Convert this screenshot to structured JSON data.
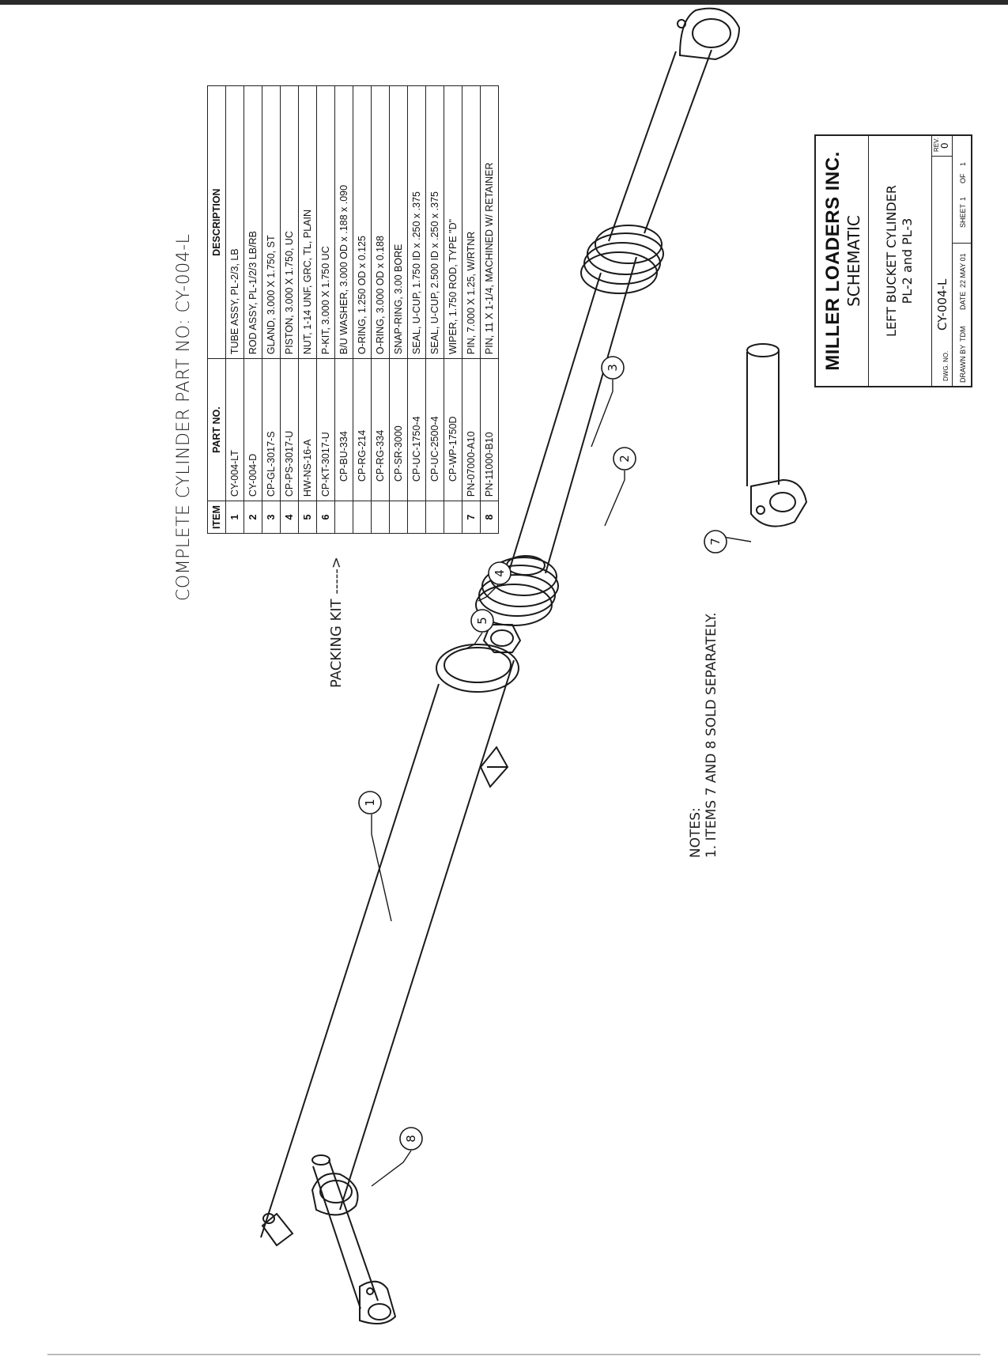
{
  "title": "COMPLETE CYLINDER PART NO: CY-004-L",
  "bom": {
    "headers": {
      "item": "ITEM",
      "part": "PART NO.",
      "desc": "DESCRIPTION"
    },
    "rows": [
      {
        "item": "1",
        "part": "CY-004-LT",
        "desc": "TUBE ASSY, PL-2/3, LB",
        "sub": false
      },
      {
        "item": "2",
        "part": "CY-004-D",
        "desc": "ROD ASSY, PL-1/2/3 LB/RB",
        "sub": false
      },
      {
        "item": "3",
        "part": "CP-GL-3017-S",
        "desc": "GLAND, 3.000 X 1.750, ST",
        "sub": false
      },
      {
        "item": "4",
        "part": "CP-PS-3017-U",
        "desc": "PISTON, 3.000 X 1.750, UC",
        "sub": false
      },
      {
        "item": "5",
        "part": "HW-NS-16-A",
        "desc": "NUT, 1-14 UNF, GRC, TL, PLAIN",
        "sub": false
      },
      {
        "item": "6",
        "part": "CP-KT-3017-U",
        "desc": "P-KIT, 3.000 X 1.750 UC",
        "sub": false
      },
      {
        "item": "",
        "part": "CP-BU-334",
        "desc": "B/U WASHER, 3.000 OD x .188 x .090",
        "sub": true
      },
      {
        "item": "",
        "part": "CP-RG-214",
        "desc": "O-RING, 1.250 OD x 0.125",
        "sub": true
      },
      {
        "item": "",
        "part": "CP-RG-334",
        "desc": "O-RING, 3.000 OD x 0.188",
        "sub": true
      },
      {
        "item": "",
        "part": "CP-SR-3000",
        "desc": "SNAP-RING, 3.00 BORE",
        "sub": true
      },
      {
        "item": "",
        "part": "CP-UC-1750-4",
        "desc": "SEAL, U-CUP, 1.750 ID x .250 x .375",
        "sub": true
      },
      {
        "item": "",
        "part": "CP-UC-2500-4",
        "desc": "SEAL, U-CUP, 2.500 ID x .250 x .375",
        "sub": true
      },
      {
        "item": "",
        "part": "CP-WP-1750D",
        "desc": "WIPER, 1.750 ROD, TYPE \"D\"",
        "sub": true
      },
      {
        "item": "7",
        "part": "PN-07000-A10",
        "desc": "PIN, 7.000 X 1.25, W/RTNR",
        "sub": false
      },
      {
        "item": "8",
        "part": "PN-11000-B10",
        "desc": "PIN, 11 X 1-1/4, MACHINED W/ RETAINER",
        "sub": false
      }
    ]
  },
  "packing_kit": "PACKING KIT ----->",
  "notes": {
    "heading": "NOTES:",
    "line1": "1.  ITEMS 7 AND 8 SOLD SEPARATELY."
  },
  "title_block": {
    "company": "MILLER LOADERS INC.",
    "subtitle": "SCHEMATIC",
    "drawing_title1": "LEFT BUCKET CYLINDER",
    "drawing_title2": "PL-2 and PL-3",
    "dwg_label": "DWG. NO.",
    "dwg_no": "CY-004-L",
    "rev_label": "REV.",
    "rev": "0",
    "drawn_label": "DRAWN BY",
    "drawn_by": "TDM",
    "date_label": "DATE",
    "date": "22 MAY 01",
    "sheet_label": "SHEET",
    "sheet": "1",
    "of_label": "OF",
    "of": "1"
  },
  "callouts": [
    "1",
    "2",
    "3",
    "4",
    "5",
    "7",
    "8"
  ]
}
